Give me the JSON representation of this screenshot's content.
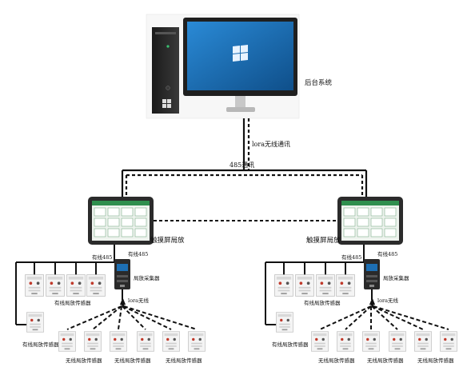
{
  "backend": {
    "label": "后台系统"
  },
  "links": {
    "lora_comm": "lora无线通讯",
    "rs485_comm": "485通讯",
    "wired_485": "有线485",
    "lora_wireless": "lora无线"
  },
  "stations": [
    {
      "touchscreen_label": "触摸屏局放",
      "collector_label": "局放采集器",
      "wired_group_label": "有线局放传感器",
      "wired_single_label": "有线局放传感器",
      "wireless_labels": [
        "无线局放传感器",
        "无线局放传感器",
        "无线局放传感器"
      ]
    },
    {
      "touchscreen_label": "触摸屏局放",
      "collector_label": "局放采集器",
      "wired_group_label": "有线局放传感器",
      "wired_single_label": "有线局放传感器",
      "wireless_labels": [
        "无线局放传感器",
        "无线局放传感器",
        "无线局放传感器"
      ]
    }
  ],
  "colors": {
    "line": "#111111",
    "screen_green": "#2f8f4e",
    "monitor_blue": "#1d6fb3",
    "device_body": "#f3f3f3"
  },
  "icons": [
    "pc-tower-icon",
    "monitor-icon",
    "windows-logo-icon",
    "touchscreen-icon",
    "collector-icon",
    "sensor-icon",
    "antenna-icon"
  ]
}
